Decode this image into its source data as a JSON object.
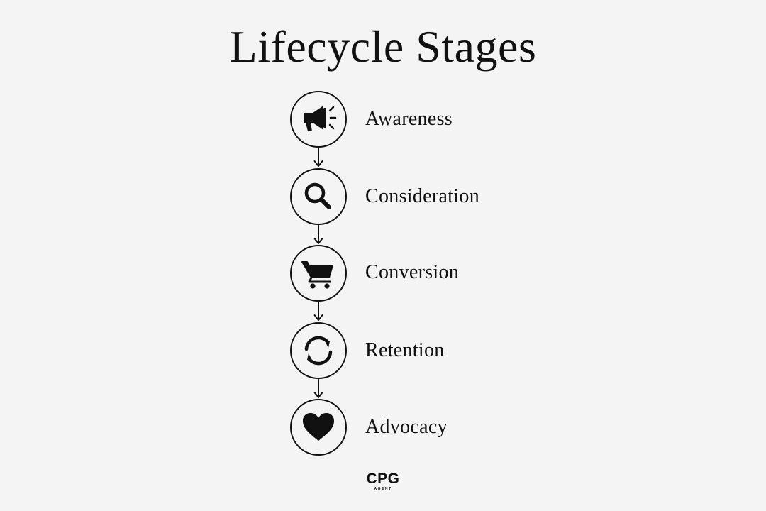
{
  "title": "Lifecycle Stages",
  "stages": [
    {
      "label": "Awareness",
      "icon": "megaphone-icon"
    },
    {
      "label": "Consideration",
      "icon": "magnifier-icon"
    },
    {
      "label": "Conversion",
      "icon": "shopping-cart-icon"
    },
    {
      "label": "Retention",
      "icon": "refresh-cycle-icon"
    },
    {
      "label": "Advocacy",
      "icon": "heart-icon"
    }
  ],
  "logo": {
    "main": "CPG",
    "sub": "AGENT"
  },
  "colors": {
    "background": "#f4f4f4",
    "ink": "#111111"
  }
}
